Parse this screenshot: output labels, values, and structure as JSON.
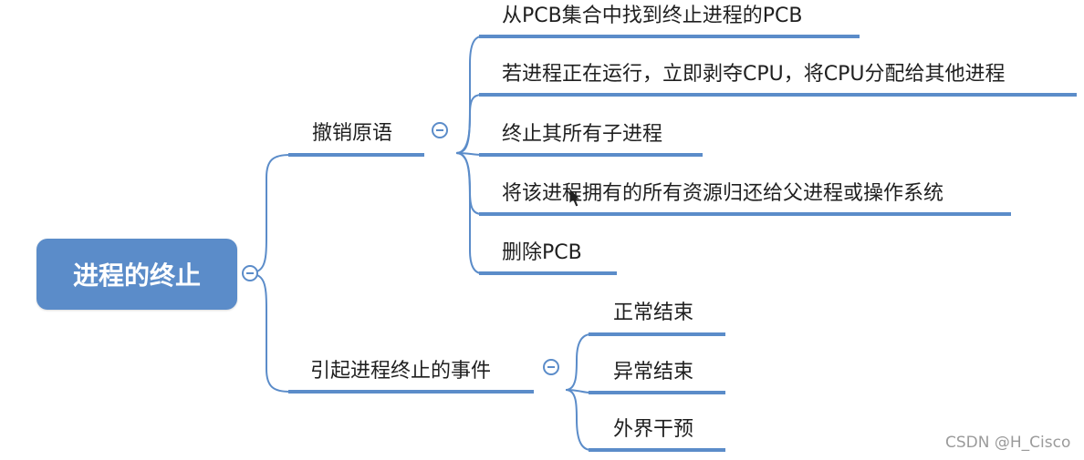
{
  "mindmap": {
    "root": "进程的终止",
    "branches": [
      {
        "label": "撤销原语",
        "children": [
          "从PCB集合中找到终止进程的PCB",
          "若进程正在运行，立即剥夺CPU，将CPU分配给其他进程",
          "终止其所有子进程",
          "将该进程拥有的所有资源归还给父进程或操作系统",
          "删除PCB"
        ]
      },
      {
        "label": "引起进程终止的事件",
        "children": [
          "正常结束",
          "异常结束",
          "外界干预"
        ]
      }
    ]
  },
  "watermark": "CSDN @H_Cisco",
  "colors": {
    "accent": "#5b8cc9",
    "text": "#1f1f1f"
  }
}
